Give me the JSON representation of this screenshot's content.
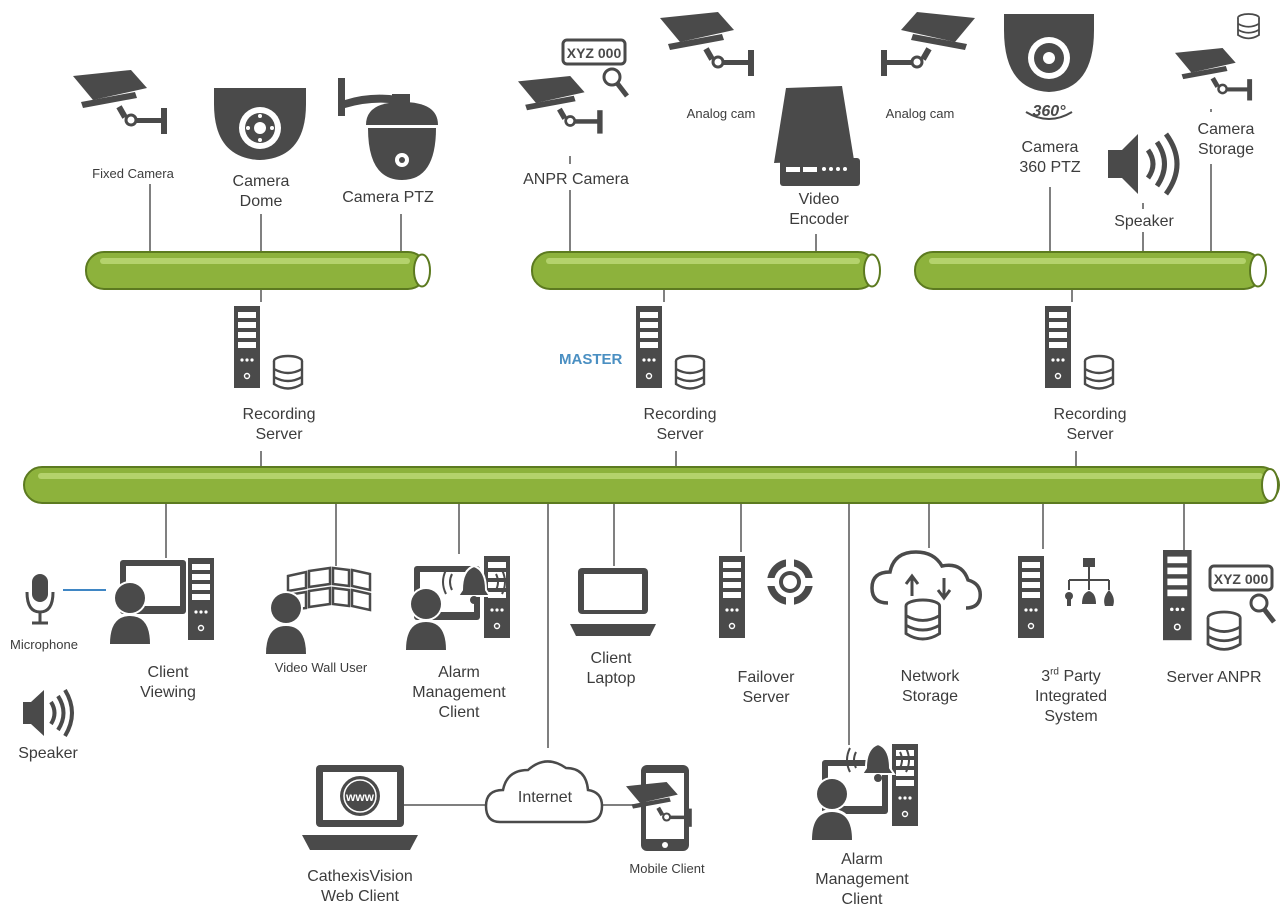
{
  "colors": {
    "pipe": "#8db23c",
    "pipe_dark": "#6c8a27",
    "wire": "#555555",
    "icon": "#4a4a4a",
    "text": "#3c3c3c",
    "master": "#4a8fc2",
    "mic_link": "#3f86c4"
  },
  "devices": {
    "fixed_camera": "Fixed Camera",
    "camera_dome": [
      "Camera",
      "Dome"
    ],
    "camera_ptz": "Camera PTZ",
    "anpr_camera": "ANPR Camera",
    "analog_cam_left": "Analog cam",
    "analog_cam_right": "Analog cam",
    "video_encoder": [
      "Video",
      "Encoder"
    ],
    "camera_360": [
      "Camera",
      "360 PTZ"
    ],
    "camera_storage": [
      "Camera",
      "Storage"
    ],
    "speaker_top": "Speaker",
    "lpr_plate": "XYZ 000",
    "lpr_plate_server": "XYZ 000",
    "www": "www",
    "three_sixty": "360°"
  },
  "servers": {
    "recording_1": [
      "Recording",
      "Server"
    ],
    "recording_2": [
      "Recording",
      "Server"
    ],
    "recording_3": [
      "Recording",
      "Server"
    ],
    "master": "MASTER"
  },
  "clients": {
    "microphone": "Microphone",
    "speaker": "Speaker",
    "client_viewing": [
      "Client",
      "Viewing"
    ],
    "video_wall_user": "Video Wall User",
    "alarm_client_1": [
      "Alarm",
      "Management",
      "Client"
    ],
    "client_laptop": [
      "Client",
      "Laptop"
    ],
    "failover_server": [
      "Failover",
      "Server"
    ],
    "network_storage": [
      "Network",
      "Storage"
    ],
    "third_party": {
      "line1_num": "3",
      "line1_sup": "rd",
      "line1_rest": " Party",
      "line2": "Integrated",
      "line3": "System"
    },
    "server_anpr": "Server ANPR",
    "internet": "Internet",
    "web_client": [
      "CathexisVision",
      "Web Client"
    ],
    "mobile_client": "Mobile Client",
    "alarm_client_2": [
      "Alarm",
      "Management",
      "Client"
    ]
  }
}
